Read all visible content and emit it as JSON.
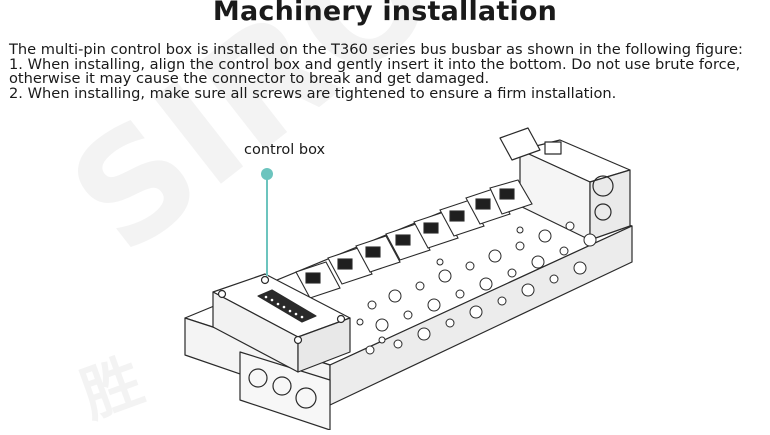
{
  "document": {
    "title": "Machinery installation",
    "paragraphs": [
      "The multi-pin control box is installed on the T360 series bus busbar as shown in the following figure:",
      "1. When installing, align the control box and gently insert it into the bottom. Do not use brute force,",
      "otherwise it may cause the connector to break and get damaged.",
      "2. When installing, make sure all screws are tightened to ensure a firm installation."
    ]
  },
  "figure": {
    "callout_label": "control box",
    "accent_color": "#6cc4be"
  }
}
